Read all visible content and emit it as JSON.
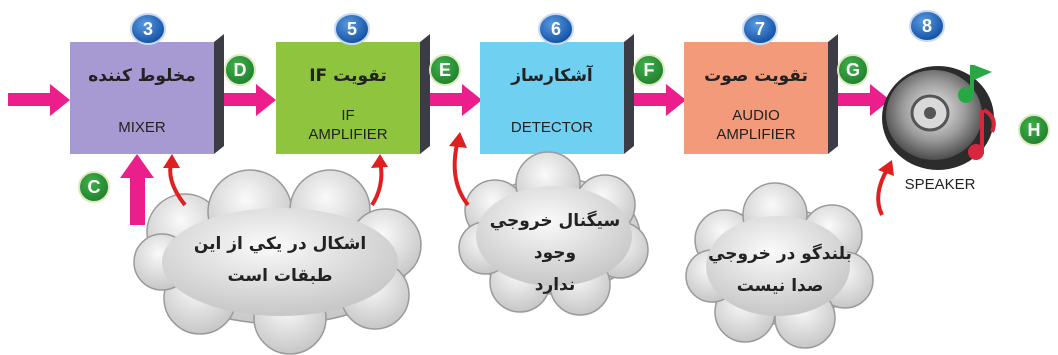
{
  "blocks": [
    {
      "number": "3",
      "title_fa": "مخلوط کننده",
      "title_en": "MIXER",
      "color": "#a79ad2"
    },
    {
      "number": "5",
      "title_fa": "تقويت IF",
      "title_en_1": "IF",
      "title_en_2": "AMPLIFIER",
      "color": "#8fc43e"
    },
    {
      "number": "6",
      "title_fa": "آشکارساز",
      "title_en": "DETECTOR",
      "color": "#6fd0f2"
    },
    {
      "number": "7",
      "title_fa": "تقويت صوت",
      "title_en_1": "AUDIO",
      "title_en_2": "AMPLIFIER",
      "color": "#f39a7b"
    }
  ],
  "speaker": {
    "number": "8",
    "label": "SPEAKER"
  },
  "points": {
    "C": "C",
    "D": "D",
    "E": "E",
    "F": "F",
    "G": "G",
    "H": "H"
  },
  "clouds": [
    {
      "line1": "اشکال در يکي از اين",
      "line2": "طبقات است"
    },
    {
      "line1": "سيگنال خروجي وجود",
      "line2": "ندارد"
    },
    {
      "line1": "بلندگو در خروجي",
      "line2": "صدا نيست"
    }
  ],
  "colors": {
    "arrow": "#ec1e8c",
    "pointer": "#e02020",
    "badge_blue": "#1a5fb4",
    "badge_green": "#3cb34a"
  }
}
